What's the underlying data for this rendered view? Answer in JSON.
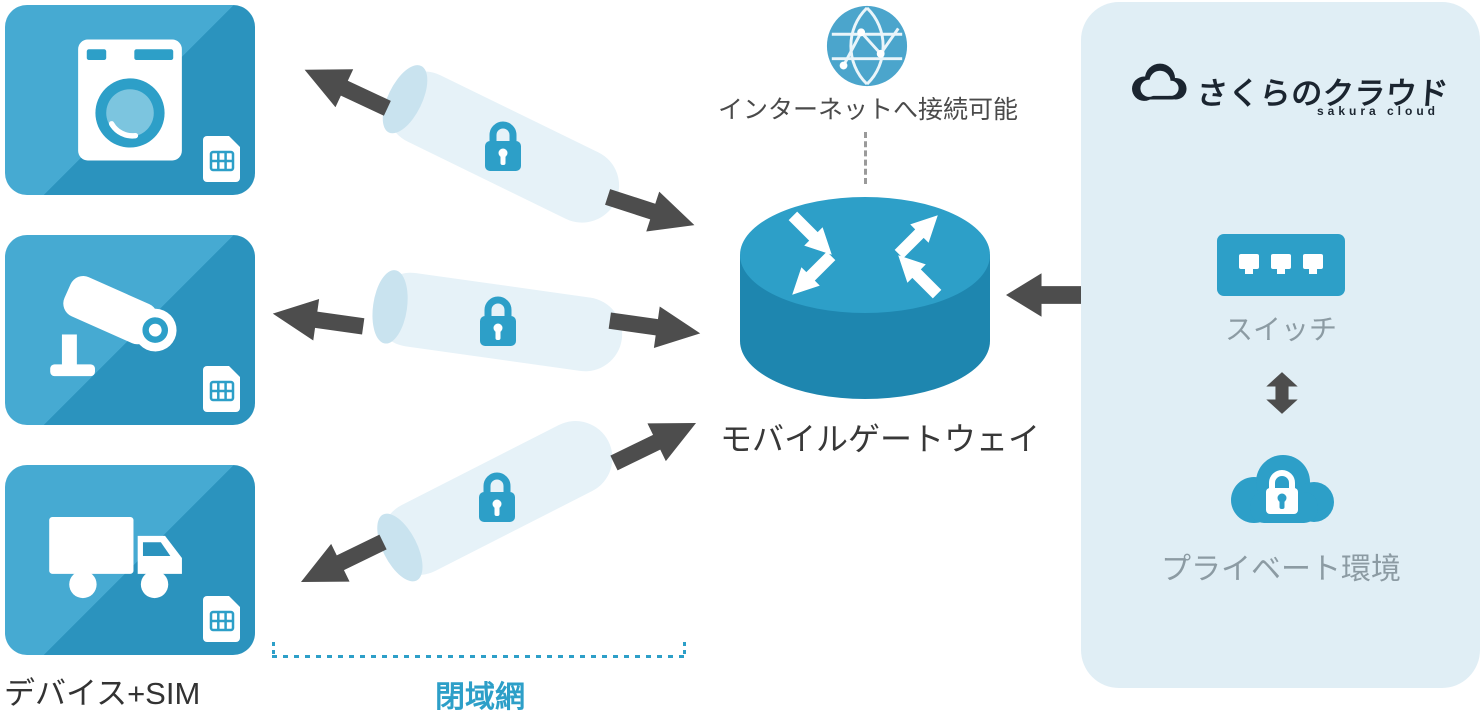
{
  "palette": {
    "accent_blue": "#2D9FC8",
    "card_blue_light": "#46AAD2",
    "card_blue_dark": "#2B93BE",
    "tube_blue": "#E6F2F8",
    "tube_edge_blue": "#C9E3EF",
    "panel_blue": "#E0EEF5",
    "arrow_gray": "#4D4D4D",
    "label_gray": "#8C9BA3",
    "logo_navy": "#1B2530"
  },
  "icons": {
    "devices": [
      "washing-machine-icon",
      "security-camera-icon",
      "truck-icon"
    ],
    "sim": "sim-card-icon",
    "tunnel_lock": "padlock-icon",
    "internet": "internet-globe-icon",
    "gateway": "router-icon",
    "switch": "switch-icon",
    "private_cloud": "cloud-with-lock-icon",
    "logo": "sakura-cloud-logo-icon"
  },
  "left": {
    "devices_label": "デバイス+SIM"
  },
  "network": {
    "closed_label": "閉域網",
    "internet_label": "インターネットへ接続可能",
    "gateway_label": "モバイルゲートウェイ"
  },
  "cloud": {
    "brand": "さくらのクラウド",
    "brand_sub": "sakura cloud",
    "switch_label": "スイッチ",
    "private_label": "プライベート環境"
  }
}
